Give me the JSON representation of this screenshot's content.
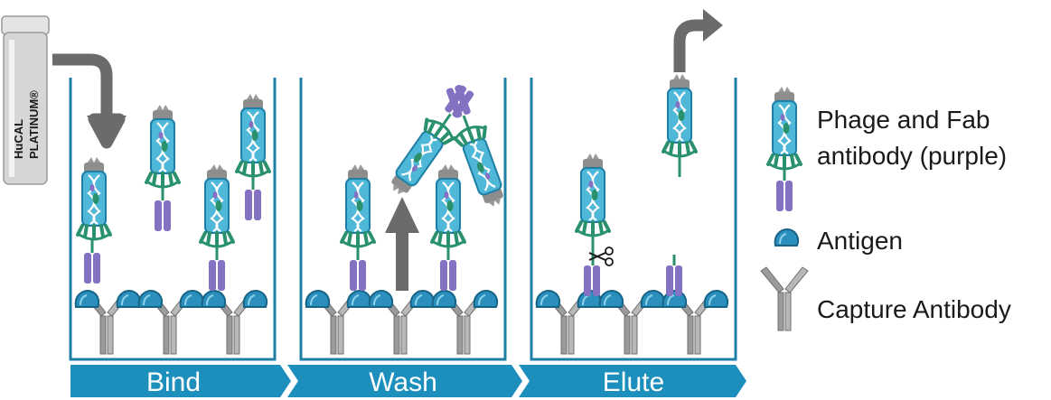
{
  "product": {
    "line1": "HuCAL",
    "line2": "PLATINUM®"
  },
  "steps": [
    {
      "label": "Bind"
    },
    {
      "label": "Wash"
    },
    {
      "label": "Elute"
    }
  ],
  "legend": {
    "phage_line1": "Phage and Fab",
    "phage_line2": "antibody (purple)",
    "antigen": "Antigen",
    "capture": "Capture Antibody"
  },
  "icons": {
    "scissors": "scissors-icon",
    "arrow": "arrow-icon"
  },
  "colors": {
    "phage_body": "#4fb7d8",
    "phage_outline": "#1d7fa5",
    "phage_tail": "#29916b",
    "fab": "#8371c2",
    "antigen": "#2a8fbd",
    "antigen_dark": "#176486",
    "capture": "#9b9b9b",
    "well": "#1d7fa5",
    "banner": "#1d8fbd",
    "arrow": "#6b6b6b"
  }
}
